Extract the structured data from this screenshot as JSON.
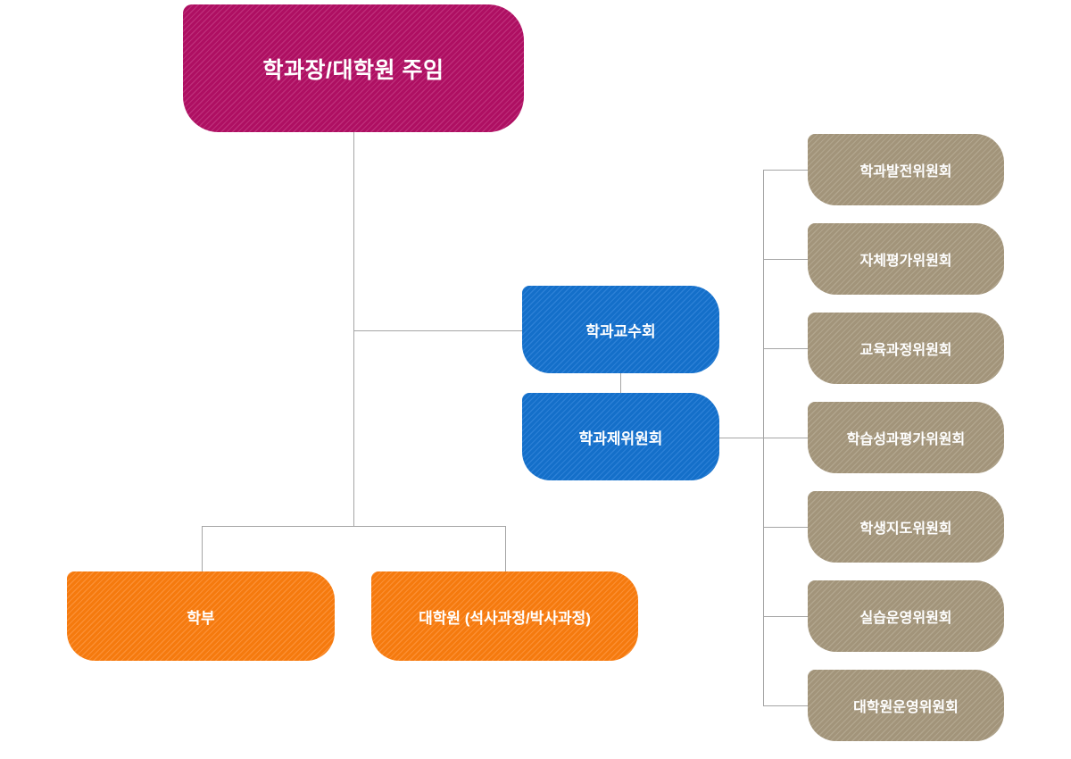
{
  "diagram": {
    "type": "org-chart",
    "root": {
      "label": "학과장/대학원 주임"
    },
    "faculty_council": {
      "label": "학과교수회"
    },
    "dept_committee_board": {
      "label": "학과제위원회"
    },
    "programs": [
      {
        "label": "학부"
      },
      {
        "label": "대학원 (석사과정/박사과정)"
      }
    ],
    "committees": [
      {
        "label": "학과발전위원회"
      },
      {
        "label": "자체평가위원회"
      },
      {
        "label": "교육과정위원회"
      },
      {
        "label": "학습성과평가위원회"
      },
      {
        "label": "학생지도위원회"
      },
      {
        "label": "실습운영위원회"
      },
      {
        "label": "대학원운영위원회"
      }
    ],
    "colors": {
      "root_magenta": "#ae0f62",
      "root_magenta_stripe": "#bd2e79",
      "council_blue": "#146fc9",
      "council_blue_stripe": "#2c80d6",
      "program_orange": "#f57a0e",
      "program_orange_stripe": "#fb8f33",
      "committee_tan": "#a2947a",
      "committee_tan_stripe": "#b1a58d",
      "connector_gray": "#a5a5a5",
      "text_white": "#ffffff",
      "background": "#ffffff"
    }
  }
}
